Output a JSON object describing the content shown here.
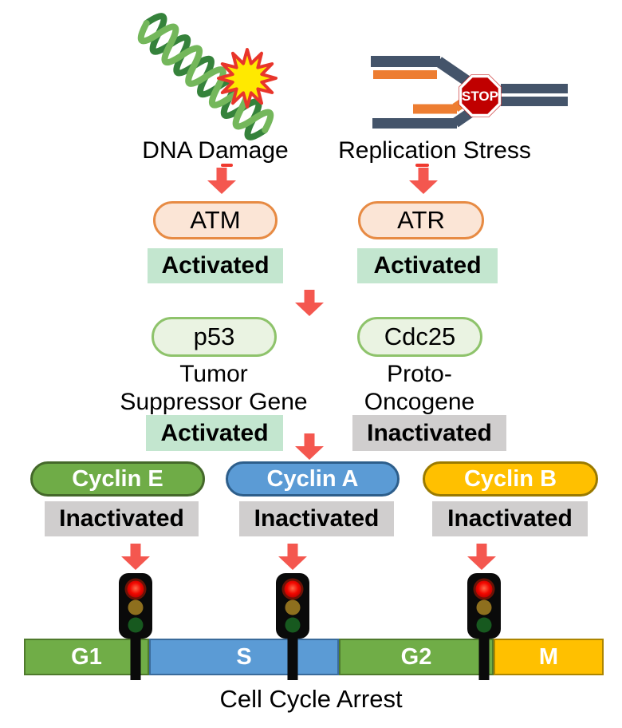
{
  "stimuli": [
    {
      "label": "DNA Damage",
      "icon": "dna-damage-icon"
    },
    {
      "label": "Replication Stress",
      "icon": "replication-fork-stop-icon",
      "stop_sign_text": "STOP"
    }
  ],
  "kinases": [
    {
      "name": "ATM",
      "status": "Activated"
    },
    {
      "name": "ATR",
      "status": "Activated"
    }
  ],
  "regulators": [
    {
      "name": "p53",
      "role_lines": [
        "Tumor",
        "Suppressor Gene"
      ],
      "status": "Activated"
    },
    {
      "name": "Cdc25",
      "role_lines": [
        "Proto-",
        "Oncogene"
      ],
      "status": "Inactivated"
    }
  ],
  "cyclins": [
    {
      "name": "Cyclin E",
      "status": "Inactivated",
      "fill": "#70AD47"
    },
    {
      "name": "Cyclin A",
      "status": "Inactivated",
      "fill": "#5B9BD5"
    },
    {
      "name": "Cyclin B",
      "status": "Inactivated",
      "fill": "#FFC000"
    }
  ],
  "cell_cycle": {
    "phases": [
      {
        "label": "G1",
        "fill": "#70AD47"
      },
      {
        "label": "S",
        "fill": "#5B9BD5"
      },
      {
        "label": "G2",
        "fill": "#70AD47"
      },
      {
        "label": "M",
        "fill": "#FFC000"
      }
    ],
    "caption": "Cell Cycle Arrest"
  },
  "icons": [
    "dna-damage-icon",
    "damage-starburst-icon",
    "replication-fork-stop-icon",
    "stop-sign-icon",
    "down-arrow-icon",
    "traffic-light-icon"
  ],
  "colors": {
    "arrow_red": "#F4574F",
    "activated_bg": "#C3E6CF",
    "inactivated_bg": "#D0CECE",
    "kinase_pill_fill": "#FBE5D6",
    "kinase_pill_border": "#E78B44",
    "regulator_pill_fill": "#EAF3E2",
    "regulator_pill_border": "#8EC36B",
    "stop_sign_red": "#C00000",
    "fork_dark": "#44546A",
    "fork_orange": "#ED7D31",
    "traffic_red_on": "#FF1A00",
    "traffic_amber_dim": "#8E6F1E",
    "traffic_green_dim": "#17591F"
  }
}
